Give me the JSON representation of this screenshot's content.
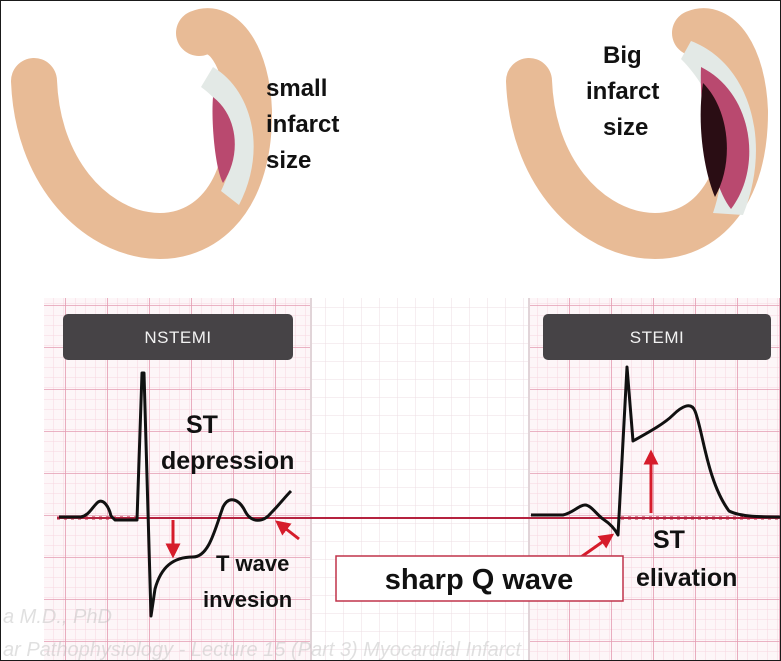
{
  "heart_small": {
    "label_lines": [
      "small",
      "infarct",
      "size"
    ]
  },
  "heart_big": {
    "label_lines": [
      "Big",
      "infarct",
      "size"
    ]
  },
  "nstemi": {
    "badge": "NSTEMI",
    "st_label_lines": [
      "ST",
      "depression"
    ],
    "t_label_lines": [
      "T wave",
      "invesion"
    ]
  },
  "stemi": {
    "badge": "STEMI",
    "st_label_lines": [
      "ST",
      "elivation"
    ]
  },
  "q_wave_label": "sharp Q wave",
  "watermark_lines": [
    "a M.D., PhD",
    "ar Pathophysiology - Lecture 15 (Part 3) Myocardial Infarct"
  ],
  "colors": {
    "heart_tissue": "#e8bb96",
    "infarct_pink": "#b9496f",
    "infarct_dark": "#2a0d14",
    "ischemia_pale": "#e3e9e6",
    "ecg_grid_major": "#e49bb1",
    "ecg_grid_minor": "#f6d7e0",
    "baseline": "#b5223f",
    "arrow": "#d61c2b",
    "badge_bg": "#464346"
  }
}
